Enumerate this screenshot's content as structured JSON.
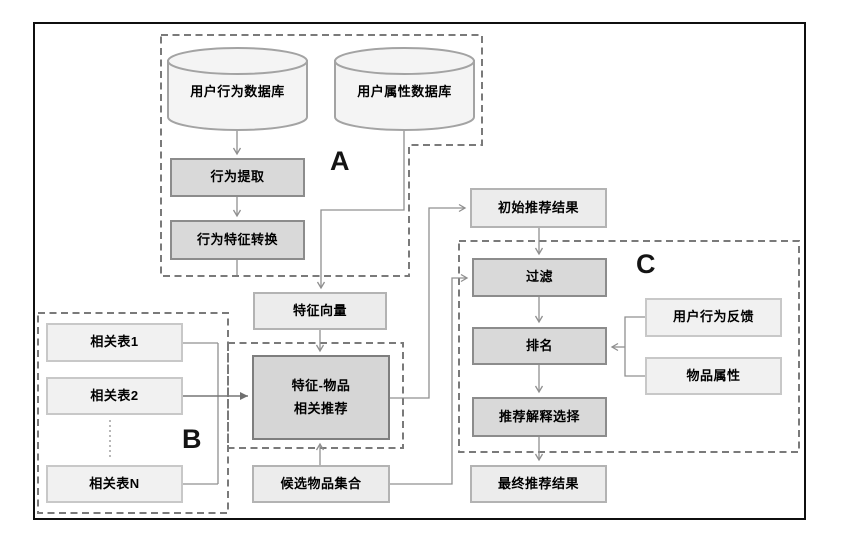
{
  "diagram": {
    "groups": {
      "a": {
        "label": "A"
      },
      "b": {
        "label": "B"
      },
      "c": {
        "label": "C"
      }
    },
    "nodes": {
      "user_behavior_db": {
        "label": "用户行为数据库",
        "shape": "cylinder"
      },
      "user_attr_db": {
        "label": "用户属性数据库",
        "shape": "cylinder"
      },
      "behavior_extract": {
        "label": "行为提取"
      },
      "behavior_feature_convert": {
        "label": "行为特征转换"
      },
      "feature_vector": {
        "label": "特征向量"
      },
      "feature_item_rec": {
        "label": "特征-物品\n相关推荐"
      },
      "candidate_items": {
        "label": "候选物品集合"
      },
      "related_table_1": {
        "label": "相关表1"
      },
      "related_table_2": {
        "label": "相关表2"
      },
      "related_table_n": {
        "label": "相关表N"
      },
      "initial_results": {
        "label": "初始推荐结果"
      },
      "filter": {
        "label": "过滤"
      },
      "rank": {
        "label": "排名"
      },
      "explain_select": {
        "label": "推荐解释选择"
      },
      "final_results": {
        "label": "最终推荐结果"
      },
      "user_feedback": {
        "label": "用户行为反馈"
      },
      "item_attrs": {
        "label": "物品属性"
      }
    },
    "colors": {
      "process_fill": "#d9d9d9",
      "process_border": "#8c8c8c",
      "result_fill": "#ececec",
      "result_border": "#b3b3b3",
      "table_fill": "#f1f1f1",
      "table_border": "#c8c8c8",
      "dashed_group": "#7a7a7a",
      "connector": "#909090",
      "frame": "#0f0f0f"
    }
  }
}
